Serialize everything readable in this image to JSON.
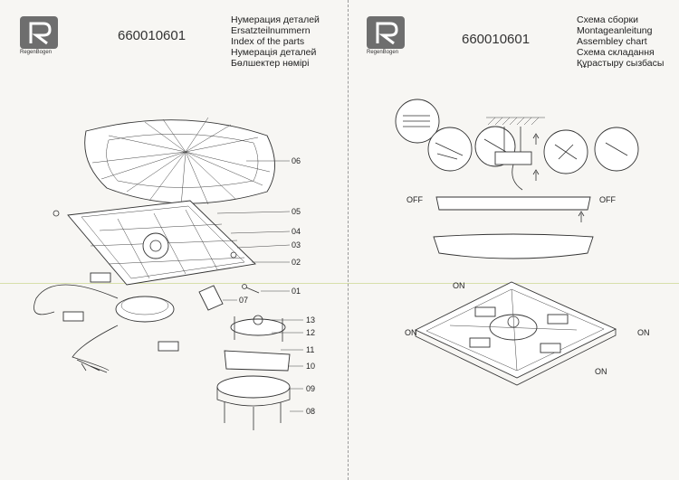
{
  "left": {
    "brand": "RegenBogen",
    "product_code": "660010601",
    "titles": [
      "Нумерация деталей",
      "Ersatzteilnummern",
      "Index of the parts",
      "Нумерація деталей",
      "Бөлшектер нөмірі"
    ],
    "parts": [
      "06",
      "05",
      "04",
      "03",
      "02",
      "01",
      "07",
      "13",
      "12",
      "11",
      "10",
      "09",
      "08"
    ]
  },
  "right": {
    "brand": "RegenBogen",
    "product_code": "660010601",
    "titles": [
      "Схема сборки",
      "Montageanleitung",
      "Assembley chart",
      "Схема складання",
      "Құрастыру сызбасы"
    ],
    "off_label": "OFF",
    "on_label": "ON"
  }
}
